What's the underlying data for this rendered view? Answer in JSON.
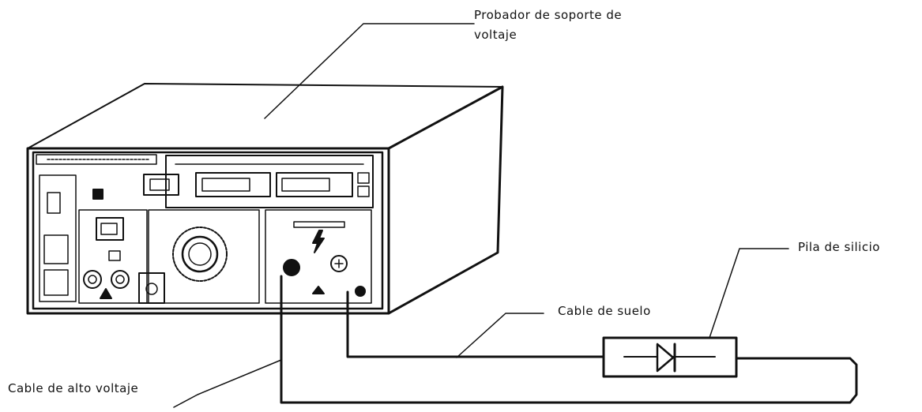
{
  "labels": {
    "tester_line1": "Probador de soporte de",
    "tester_line2": "voltaje",
    "silicon_stack": "Pila de silicio",
    "ground_cable": "Cable de suelo",
    "high_voltage_cable": "Cable de alto voltaje"
  },
  "colors": {
    "ink": "#111111",
    "background": "#ffffff"
  }
}
